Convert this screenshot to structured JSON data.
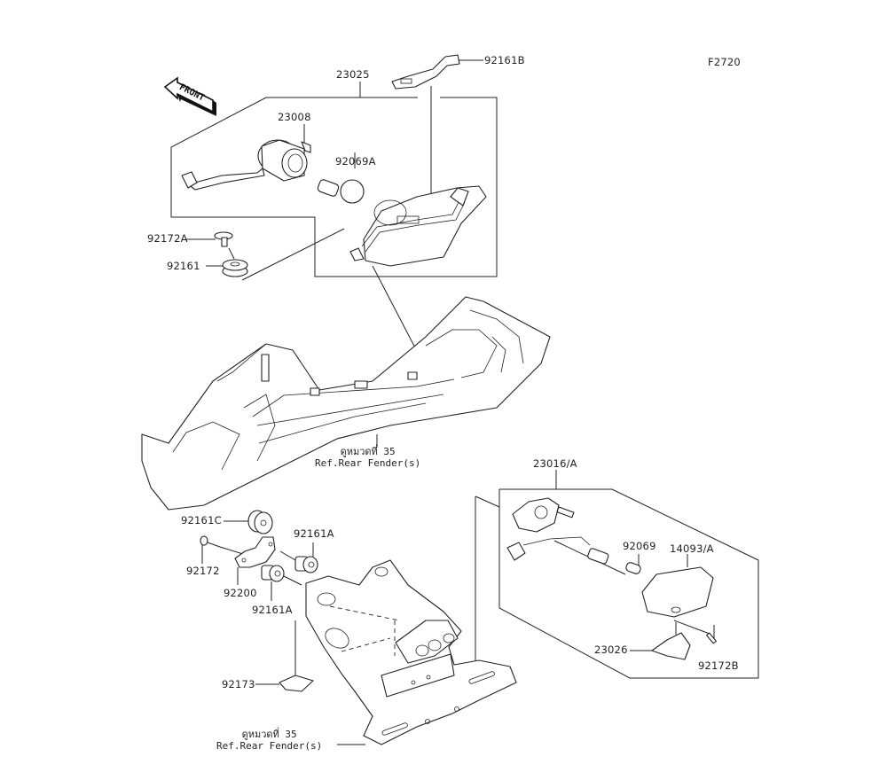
{
  "diagram": {
    "figure_code": "F2720",
    "front_arrow": {
      "label": "FRONT",
      "icon": "front-direction-arrow-icon"
    },
    "parts": {
      "p23025": "23025",
      "p92161B": "92161B",
      "p23008": "23008",
      "p92069A": "92069A",
      "p92172A": "92172A",
      "p92161": "92161",
      "p23016A": "23016/A",
      "p92161C": "92161C",
      "p92161A_top": "92161A",
      "p92172": "92172",
      "p92200": "92200",
      "p92161A_bottom": "92161A",
      "p92069": "92069",
      "p14093A": "14093/A",
      "p23026": "23026",
      "p92172B": "92172B",
      "p92173": "92173"
    },
    "references": [
      {
        "thai": "ดูหมวดที่ 35",
        "english": "Ref.Rear Fender(s)"
      },
      {
        "thai": "ดูหมวดที่ 35",
        "english": "Ref.Rear Fender(s)"
      }
    ]
  }
}
